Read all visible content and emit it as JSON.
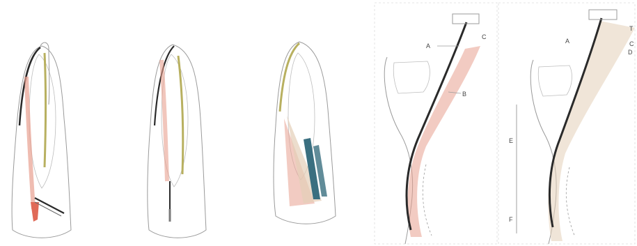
{
  "panels": [
    {
      "id": "panel-1"
    },
    {
      "id": "panel-2"
    },
    {
      "id": "panel-3"
    },
    {
      "id": "panel-4",
      "labels": {
        "a": "A",
        "b": "B",
        "c": "C"
      }
    },
    {
      "id": "panel-5",
      "labels": {
        "a": "A",
        "t": "T",
        "c": "C",
        "d": "D",
        "e": "E",
        "f": "F"
      }
    }
  ],
  "colors": {
    "outline": "#9a9a9a",
    "dark_line": "#2a2a2a",
    "pink": "#e8a090",
    "salmon": "#e06a58",
    "olive": "#b8b060",
    "teal": "#3a6f80",
    "beige": "#e4cfb8"
  }
}
